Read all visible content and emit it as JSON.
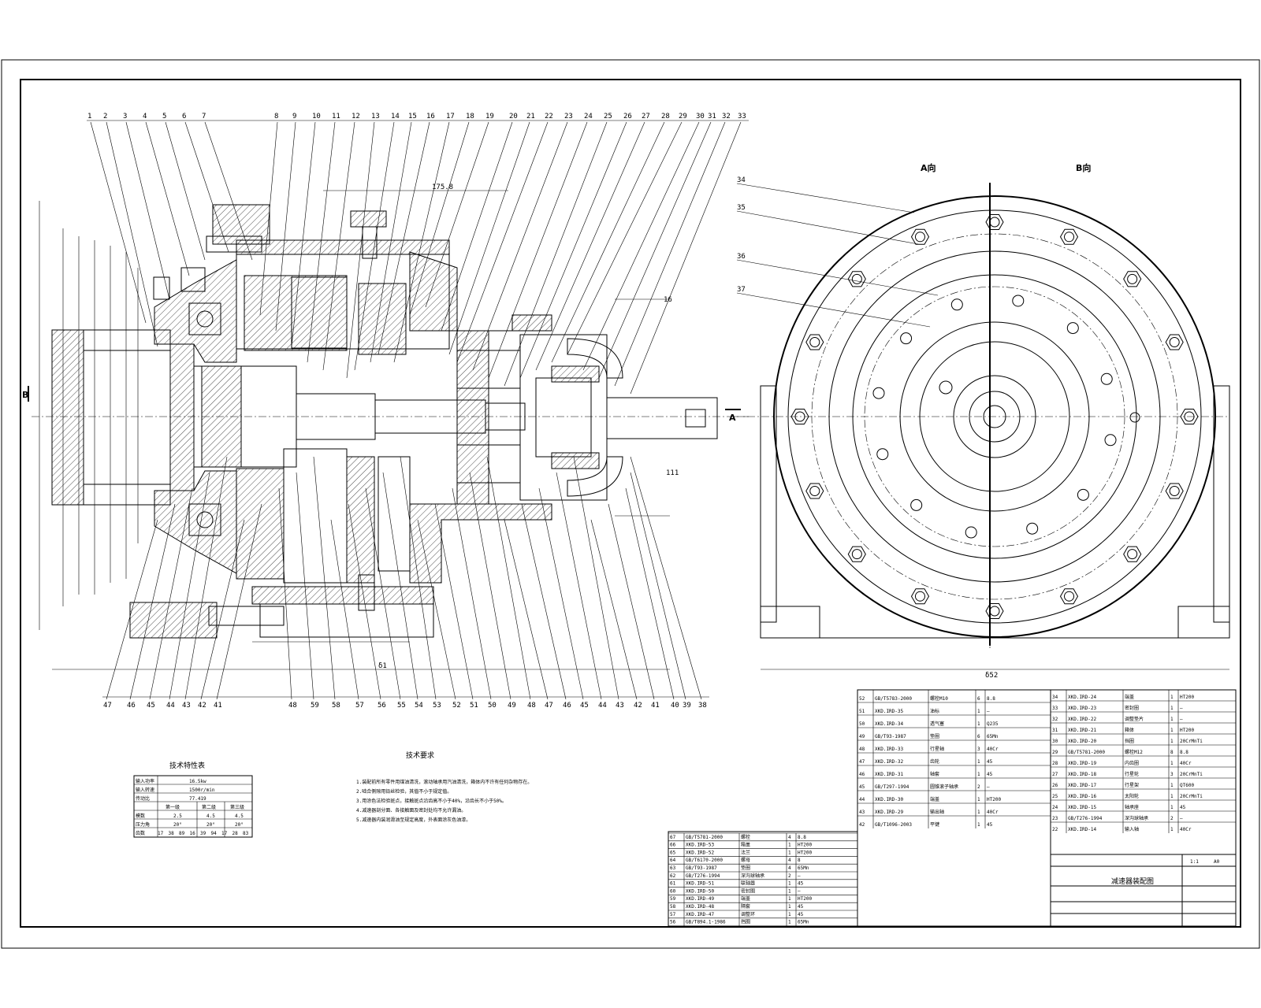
{
  "drawing": {
    "section_label_a": "A",
    "section_label_b": "B",
    "view_label_aa": "A向",
    "view_label_bb": "B向",
    "dim_width_main": "δ1",
    "dim_right_view": "δ52",
    "dim_h_111": "111",
    "dim_top_16": "16",
    "dim_top_175": "175.8"
  },
  "part_numbers_top": [
    "1",
    "2",
    "3",
    "4",
    "5",
    "6",
    "7",
    "8",
    "9",
    "10",
    "11",
    "12",
    "13",
    "14",
    "15",
    "16",
    "17",
    "18",
    "19",
    "20",
    "21",
    "22",
    "23",
    "24",
    "25",
    "26",
    "27",
    "28",
    "29",
    "30",
    "31",
    "32",
    "33"
  ],
  "part_numbers_bottom": [
    "47",
    "46",
    "45",
    "44",
    "43",
    "42",
    "41",
    "48",
    "59",
    "58",
    "57",
    "56",
    "55",
    "54",
    "53",
    "52",
    "51",
    "50",
    "49",
    "48",
    "47",
    "46",
    "45",
    "44",
    "43",
    "42",
    "41",
    "40",
    "39",
    "38"
  ],
  "part_numbers_side": [
    "34",
    "35",
    "36",
    "37"
  ],
  "title_block": {
    "drawing_name": "减速器装配图",
    "scale": "1:1",
    "sheet": "A0"
  },
  "tech_requirements": {
    "title": "技术要求",
    "lines": [
      "1.装配前所有零件用煤油清洗，滚动轴承用汽油清洗，箱体内不许有任何杂物存在。",
      "2.啮合侧隙用铅丝检验，其值不小于规定值。",
      "3.用涂色法检验斑点，接触斑点沿齿高不小于40%，沿齿长不小于50%。",
      "4.减速器剖分面、各接触面及密封处均不允许漏油。",
      "5.减速器内装润滑油至规定高度，外表面涂灰色油漆。"
    ]
  },
  "spec_table": {
    "title": "技术特性表",
    "rows": [
      [
        "输入功率",
        "16.5kw"
      ],
      [
        "输入转速",
        "1500r/min"
      ],
      [
        "传动比",
        "77.419"
      ]
    ],
    "stage_header": [
      "第一级",
      "第二级",
      "第三级"
    ],
    "module_label": "模数",
    "modules": [
      "2.5",
      "4.5",
      "4.5"
    ],
    "angle_label": "压力角",
    "angles": [
      "20°",
      "20°",
      "20°"
    ],
    "teeth_label": "齿数",
    "teeth": [
      "17",
      "38",
      "89",
      "16",
      "39",
      "94",
      "17",
      "28",
      "83"
    ]
  },
  "parts_list_right": [
    [
      "34",
      "XKD.IRD-24",
      "端盖",
      "1",
      "HT200"
    ],
    [
      "33",
      "XKD.IRD-23",
      "密封圈",
      "1",
      "—"
    ],
    [
      "32",
      "XKD.IRD-22",
      "调整垫片",
      "1",
      "—"
    ],
    [
      "31",
      "XKD.IRD-21",
      "箱体",
      "1",
      "HT200"
    ],
    [
      "30",
      "XKD.IRD-20",
      "挡圈",
      "1",
      "20CrMnTi"
    ],
    [
      "29",
      "GB/T5781-2000",
      "螺栓M12",
      "8",
      "8.8"
    ],
    [
      "28",
      "XKD.IRD-19",
      "内齿圈",
      "1",
      "40Cr"
    ],
    [
      "27",
      "XKD.IRD-18",
      "行星轮",
      "3",
      "20CrMnTi"
    ],
    [
      "26",
      "XKD.IRD-17",
      "行星架",
      "1",
      "QT600"
    ],
    [
      "25",
      "XKD.IRD-16",
      "太阳轮",
      "1",
      "20CrMnTi"
    ],
    [
      "24",
      "XKD.IRD-15",
      "轴承座",
      "1",
      "45"
    ],
    [
      "23",
      "GB/T276-1994",
      "深沟球轴承",
      "2",
      "—"
    ],
    [
      "22",
      "XKD.IRD-14",
      "输入轴",
      "1",
      "40Cr"
    ]
  ],
  "parts_list_mid": [
    [
      "52",
      "GB/T5783-2000",
      "螺栓M10",
      "6",
      "8.8"
    ],
    [
      "51",
      "XKD.IRD-35",
      "油标",
      "1",
      "—"
    ],
    [
      "50",
      "XKD.IRD-34",
      "透气塞",
      "1",
      "Q235"
    ],
    [
      "49",
      "GB/T93-1987",
      "垫圈",
      "6",
      "65Mn"
    ],
    [
      "48",
      "XKD.IRD-33",
      "行星轴",
      "3",
      "40Cr"
    ],
    [
      "47",
      "XKD.IRD-32",
      "齿轮",
      "1",
      "45"
    ],
    [
      "46",
      "XKD.IRD-31",
      "轴套",
      "1",
      "45"
    ],
    [
      "45",
      "GB/T297-1994",
      "圆锥滚子轴承",
      "2",
      "—"
    ],
    [
      "44",
      "XKD.IRD-30",
      "端盖",
      "1",
      "HT200"
    ],
    [
      "43",
      "XKD.IRD-29",
      "输出轴",
      "1",
      "40Cr"
    ],
    [
      "42",
      "GB/T1096-2003",
      "平键",
      "1",
      "45"
    ]
  ],
  "parts_list_left": [
    [
      "67",
      "GB/T5781-2000",
      "螺栓",
      "4",
      "8.8"
    ],
    [
      "66",
      "XKD.IRD-53",
      "箱盖",
      "1",
      "HT200"
    ],
    [
      "65",
      "XKD.IRD-52",
      "法兰",
      "1",
      "HT200"
    ],
    [
      "64",
      "GB/T6170-2000",
      "螺母",
      "4",
      "8"
    ],
    [
      "63",
      "GB/T93-1987",
      "垫圈",
      "4",
      "65Mn"
    ],
    [
      "62",
      "GB/T276-1994",
      "深沟球轴承",
      "2",
      "—"
    ],
    [
      "61",
      "XKD.IRD-51",
      "联轴器",
      "1",
      "45"
    ],
    [
      "60",
      "XKD.IRD-50",
      "密封圈",
      "1",
      "—"
    ],
    [
      "59",
      "XKD.IRD-49",
      "端盖",
      "1",
      "HT200"
    ],
    [
      "58",
      "XKD.IRD-48",
      "隔套",
      "1",
      "45"
    ],
    [
      "57",
      "XKD.IRD-47",
      "调整环",
      "1",
      "45"
    ],
    [
      "56",
      "GB/T894.1-1986",
      "挡圈",
      "1",
      "65Mn"
    ]
  ]
}
